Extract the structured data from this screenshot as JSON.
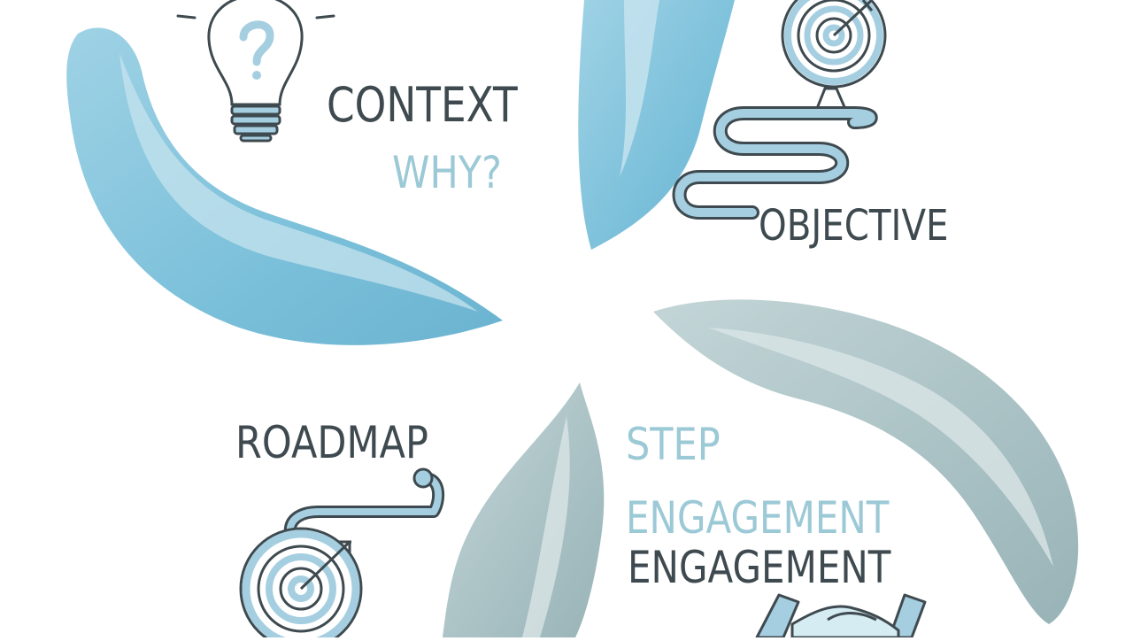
{
  "labels": {
    "context": "CONTEXT",
    "why": "WHY?",
    "objective": "OBJECTIVE",
    "roadmap": "ROADMAP",
    "step": "STEP",
    "engagement_light": "ENGAGEMENT",
    "engagement_dark": "ENGAGEMENT"
  },
  "colors": {
    "blue_petal": "#7cc0da",
    "blue_petal_light": "#c6e3ee",
    "gray_petal": "#a9c0c3",
    "gray_petal_light": "#d9e5e6",
    "icon_stroke": "#3e4a4f",
    "icon_fill": "#a5cfe1",
    "text_dark": "#3e4a4f",
    "text_light": "#9cc9d6"
  },
  "icons": [
    "lightbulb-question-icon",
    "target-arrow-icon",
    "winding-path-icon",
    "handshake-icon"
  ]
}
